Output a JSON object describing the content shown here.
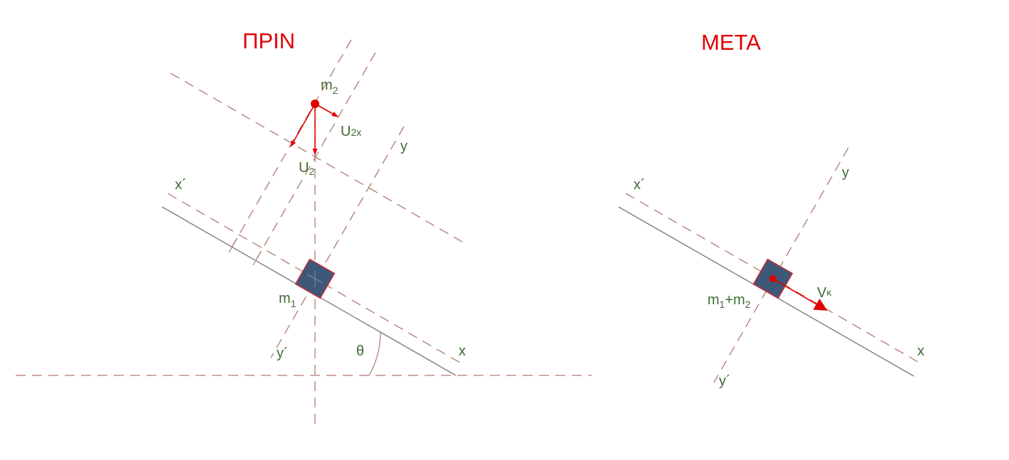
{
  "before": {
    "title": "ΠΡΙΝ",
    "m2_label": "m",
    "m2_sub": "2",
    "u2x_label": "U",
    "u2x_sub": "2x",
    "u2_label": "U",
    "u2_sub": "2",
    "axis_y": "y",
    "axis_x_prime": "x´",
    "axis_x": "x",
    "axis_y_prime": "y´",
    "m1_label": "m",
    "m1_sub": "1",
    "angle_label": "θ"
  },
  "after": {
    "title": "ΜΕΤΑ",
    "axis_y": "y",
    "axis_x_prime": "x´",
    "axis_x": "x",
    "axis_y_prime": "y´",
    "mass_m": "m",
    "mass_sub1": "1",
    "mass_plus": "+m",
    "mass_sub2": "2",
    "vk_label": "V",
    "vk_sub": "κ"
  },
  "colors": {
    "title": "#e00000",
    "label": "#3f6b36",
    "dashed_line": "#b07a6e",
    "incline": "#7d7d7d",
    "block_fill": "#3d5878",
    "arrow": "#e00000"
  }
}
